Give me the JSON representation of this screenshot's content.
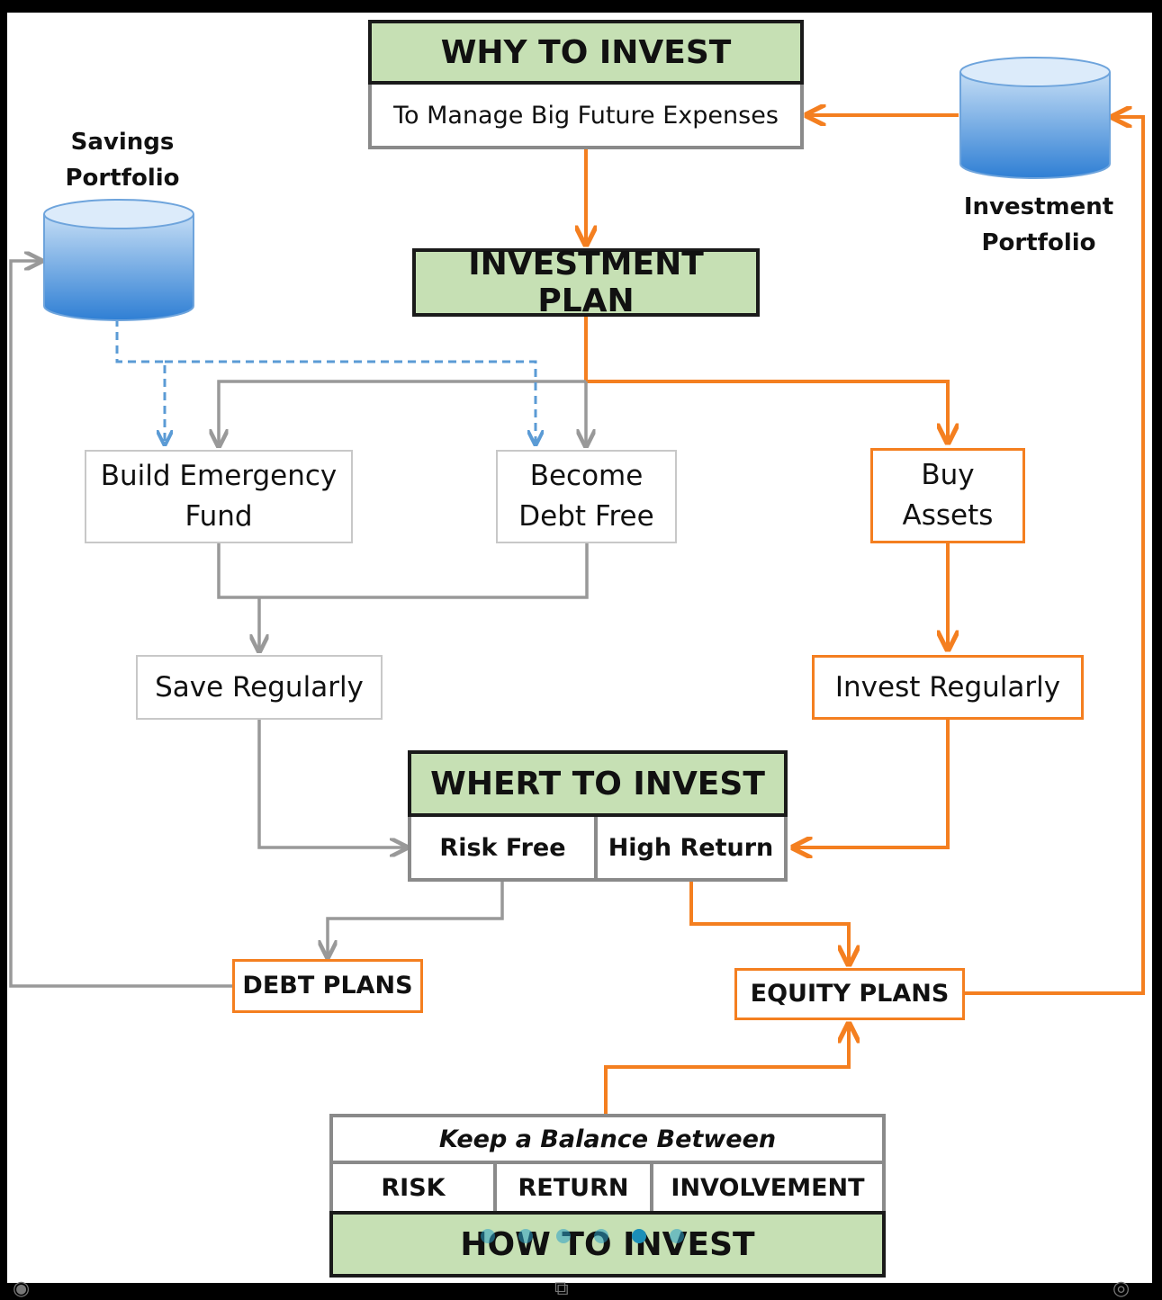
{
  "why_to_invest": {
    "title": "WHY TO INVEST",
    "subtitle": "To Manage Big Future Expenses"
  },
  "investment_plan": {
    "title": "INVESTMENT PLAN"
  },
  "savings_portfolio": {
    "label_line1": "Savings",
    "label_line2": "Portfolio"
  },
  "investment_portfolio": {
    "label_line1": "Investment",
    "label_line2": "Portfolio"
  },
  "steps": {
    "emergency_fund": {
      "line1": "Build Emergency",
      "line2": "Fund"
    },
    "debt_free": {
      "line1": "Become",
      "line2": "Debt Free"
    },
    "buy_assets": {
      "line1": "Buy",
      "line2": "Assets"
    },
    "save_regularly": "Save Regularly",
    "invest_regularly": "Invest Regularly"
  },
  "where_to_invest": {
    "title": "WHERT TO INVEST",
    "risk_free": "Risk Free",
    "high_return": "High Return"
  },
  "plans": {
    "debt": "DEBT PLANS",
    "equity": "EQUITY PLANS"
  },
  "how_to_invest": {
    "balance_caption": "Keep a Balance Between",
    "factors": [
      "RISK",
      "RETURN",
      "INVOLVEMENT"
    ],
    "title": "HOW TO INVEST"
  },
  "colors": {
    "header_fill": "#c6e0b4",
    "orange_flow": "#f47f20",
    "gray_flow": "#999999",
    "blue_dashed": "#5b9bd5"
  },
  "carousel": {
    "page_count": 6,
    "active_index": 4
  }
}
